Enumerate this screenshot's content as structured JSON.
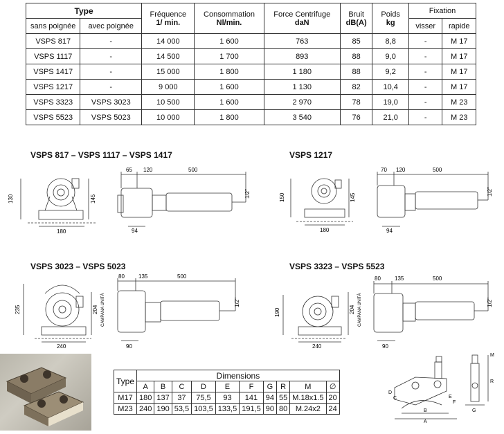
{
  "spec_table": {
    "headers": {
      "type": "Type",
      "sans_poignee": "sans poignée",
      "avec_poignee": "avec poignée",
      "frequence_1": "Fréquence",
      "frequence_2": "1/ min.",
      "consommation_1": "Consommation",
      "consommation_2": "Nl/min.",
      "force_1": "Force Centrifuge",
      "force_2": "daN",
      "bruit_1": "Bruit",
      "bruit_2": "dB(A)",
      "poids_1": "Poids",
      "poids_2": "kg",
      "fixation": "Fixation",
      "visser": "visser",
      "rapide": "rapide"
    },
    "rows": [
      {
        "sans": "VSPS 817",
        "avec": "-",
        "freq": "14 000",
        "cons": "1 600",
        "force": "763",
        "bruit": "85",
        "poids": "8,8",
        "visser": "-",
        "rapide": "M 17"
      },
      {
        "sans": "VSPS 1117",
        "avec": "-",
        "freq": "14 500",
        "cons": "1 700",
        "force": "893",
        "bruit": "88",
        "poids": "9,0",
        "visser": "-",
        "rapide": "M 17"
      },
      {
        "sans": "VSPS 1417",
        "avec": "-",
        "freq": "15 000",
        "cons": "1 800",
        "force": "1 180",
        "bruit": "88",
        "poids": "9,2",
        "visser": "-",
        "rapide": "M 17"
      },
      {
        "sans": "VSPS 1217",
        "avec": "-",
        "freq": "9 000",
        "cons": "1 600",
        "force": "1 130",
        "bruit": "82",
        "poids": "10,4",
        "visser": "-",
        "rapide": "M 17"
      },
      {
        "sans": "VSPS 3323",
        "avec": "VSPS 3023",
        "freq": "10 500",
        "cons": "1 600",
        "force": "2 970",
        "bruit": "78",
        "poids": "19,0",
        "visser": "-",
        "rapide": "M 23"
      },
      {
        "sans": "VSPS 5523",
        "avec": "VSPS 5023",
        "freq": "10 000",
        "cons": "1 800",
        "force": "3 540",
        "bruit": "76",
        "poids": "21,0",
        "visser": "-",
        "rapide": "M 23"
      }
    ]
  },
  "drawings": {
    "d1": {
      "title": "VSPS 817 – VSPS 1117 – VSPS 1417",
      "dim_h": "130",
      "dim_w": "180",
      "dim_h2": "145",
      "dim_top1": "65",
      "dim_top2": "120",
      "dim_len": "500",
      "dim_thread": "1/2\"",
      "dim_bot": "94"
    },
    "d2": {
      "title": "VSPS 1217",
      "dim_h": "150",
      "dim_w": "180",
      "dim_h2": "145",
      "dim_top1": "70",
      "dim_top2": "120",
      "dim_len": "500",
      "dim_thread": "1/2\"",
      "dim_bot": "94"
    },
    "d3": {
      "title": "VSPS 3023 – VSPS 5023",
      "dim_h": "235",
      "dim_w": "240",
      "dim_h2": "204",
      "dim_top1": "80",
      "dim_top2": "135",
      "dim_len": "500",
      "dim_thread": "1/2\"",
      "dim_bot": "90",
      "vtext": "CAMPANA UNITÀ"
    },
    "d4": {
      "title": "VSPS 3323 – VSPS 5523",
      "dim_h": "190",
      "dim_w": "240",
      "dim_h2": "204",
      "dim_top1": "80",
      "dim_top2": "135",
      "dim_len": "500",
      "dim_thread": "1/2\"",
      "dim_bot": "90",
      "vtext": "CAMPANA UNITÀ"
    }
  },
  "dims_table": {
    "type_label": "Type",
    "dimensions_label": "Dimensions",
    "cols": [
      "A",
      "B",
      "C",
      "D",
      "E",
      "F",
      "G",
      "R",
      "M",
      "∅"
    ],
    "rows": [
      {
        "type": "M17",
        "vals": [
          "180",
          "137",
          "37",
          "75,5",
          "93",
          "141",
          "94",
          "55",
          "M.18x1.5",
          "20"
        ]
      },
      {
        "type": "M23",
        "vals": [
          "240",
          "190",
          "53,5",
          "103,5",
          "133,5",
          "191,5",
          "90",
          "80",
          "M.24x2",
          "24"
        ]
      }
    ]
  },
  "mount_drawing_labels": {
    "a": "A",
    "b": "B",
    "c": "C",
    "d": "D",
    "e": "E",
    "f": "F",
    "g": "G",
    "m": "M",
    "r": "R"
  }
}
